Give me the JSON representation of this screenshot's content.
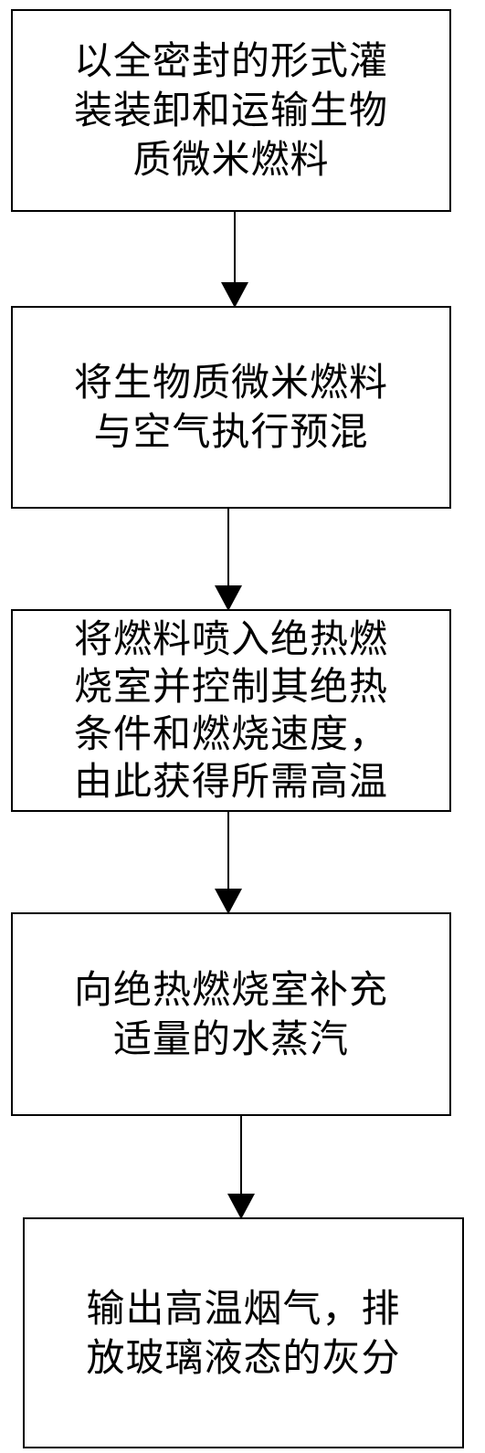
{
  "steps": [
    {
      "lines": [
        "以全密封的形式灌",
        "装装卸和运输生物",
        "质微米燃料"
      ]
    },
    {
      "lines": [
        "将生物质微米燃料",
        "与空气执行预混"
      ]
    },
    {
      "lines": [
        "将燃料喷入绝热燃",
        "烧室并控制其绝热",
        "条件和燃烧速度，",
        "由此获得所需高温"
      ]
    },
    {
      "lines": [
        "向绝热燃烧室补充",
        "适量的水蒸汽"
      ]
    },
    {
      "lines": [
        "输出高温烟气，排",
        "放玻璃液态的灰分"
      ]
    }
  ]
}
